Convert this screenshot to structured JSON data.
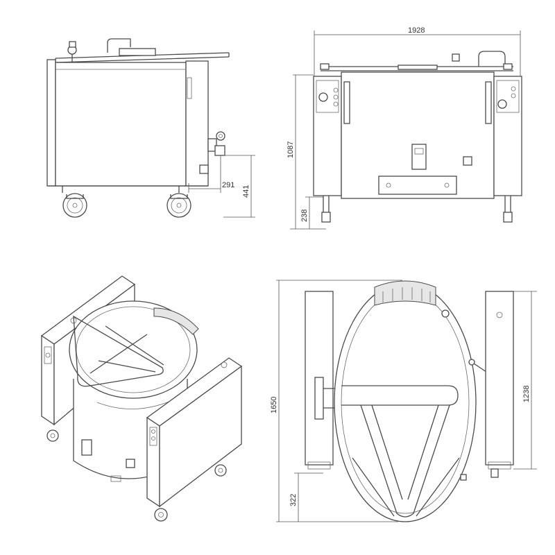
{
  "colors": {
    "line": "#4a4a4a",
    "background": "#ffffff",
    "dimension": "#555555"
  },
  "views": {
    "side": {
      "dim_drain_offset": "291",
      "dim_drain_height": "441"
    },
    "front": {
      "dim_width": "1928",
      "dim_height": "1087",
      "dim_leg_height": "238"
    },
    "iso": {},
    "top": {
      "dim_depth": "1650",
      "dim_body_depth": "1238",
      "dim_handle_offset": "322"
    }
  }
}
